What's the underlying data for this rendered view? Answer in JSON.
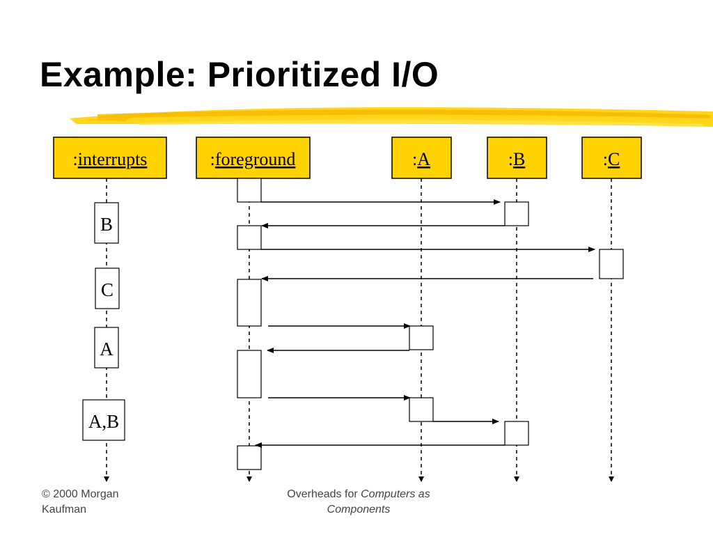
{
  "slide": {
    "title": "Example: Prioritized I/O",
    "accent_color": "#FFD200"
  },
  "objects": [
    {
      "prefix": ":",
      "name": "interrupts"
    },
    {
      "prefix": ":",
      "name": "foreground"
    },
    {
      "prefix": ":",
      "name": "A"
    },
    {
      "prefix": ":",
      "name": "B"
    },
    {
      "prefix": ":",
      "name": "C"
    }
  ],
  "interrupt_boxes": [
    "B",
    "C",
    "A",
    "A,B"
  ],
  "footer": {
    "left_line1": "© 2000 Morgan",
    "left_line2": "Kaufman",
    "center_prefix": "Overheads for ",
    "center_italic1": "Computers as",
    "center_italic2": "Components"
  }
}
